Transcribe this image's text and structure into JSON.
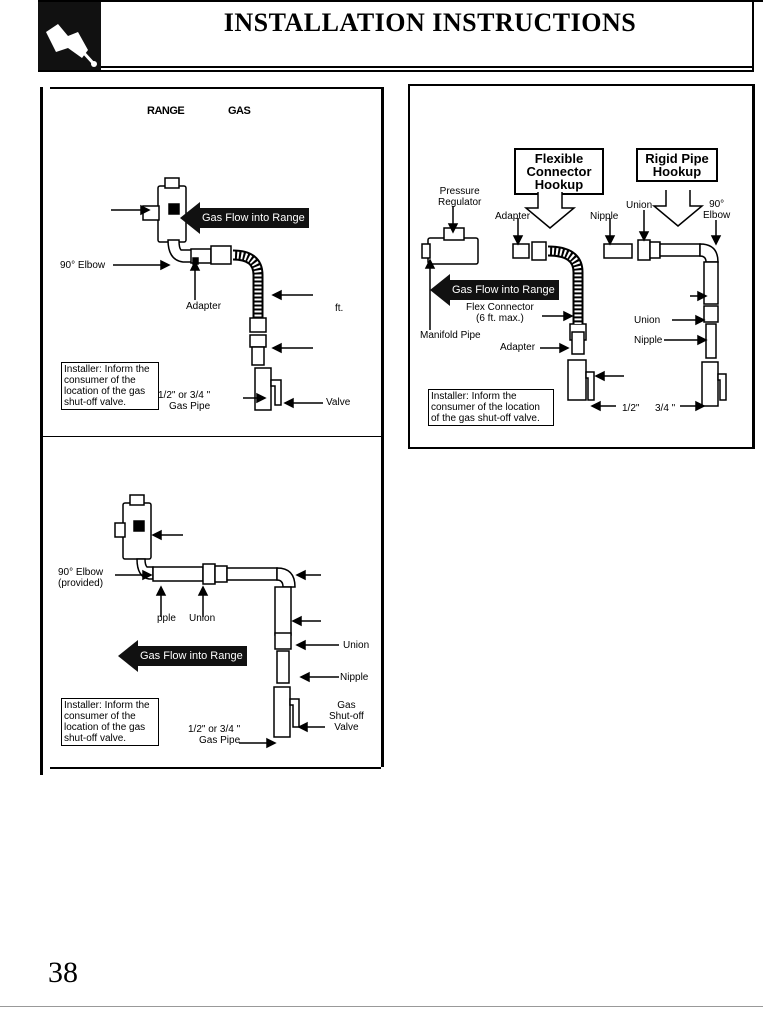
{
  "header": {
    "title": "INSTALLATION INSTRUCTIONS",
    "icon": "hand-with-wrench-icon"
  },
  "left_top": {
    "title_a": "RANGE",
    "title_b": "GAS",
    "flow_label": "Gas Flow into Range",
    "elbow_label": "90° Elbow",
    "adapter_label": "Adapter",
    "ft_label": "ft.",
    "installer_note": "Installer: Inform the\nconsumer of the\nlocation of the gas\nshut-off valve.",
    "gas_pipe_label": "1/2\" or 3/4 \"\nGas Pipe",
    "valve_label": "Valve"
  },
  "left_bottom": {
    "elbow_label": "90° Elbow\n(provided)",
    "nipple_label": "pple",
    "union_label": "Union",
    "flow_label": "Gas Flow into Range",
    "union_right_label": "Union",
    "nipple_right_label": "Nipple",
    "installer_note": "Installer: Inform the\nconsumer of the\nlocation of the gas\nshut-off valve.",
    "gas_pipe_label": "1/2\" or 3/4 \"\nGas Pipe",
    "shutoff_label": "Gas\nShut-off\nValve"
  },
  "right": {
    "flexible_box": "Flexible\nConnector\nHookup",
    "rigid_box": "Rigid Pipe\nHookup",
    "pressure_regulator": "Pressure\nRegulator",
    "adapter_top": "Adapter",
    "nipple_top": "Nipple",
    "union_top": "Union",
    "elbow_top": "90°\nElbow",
    "flow_label": "Gas Flow into Range",
    "flex_connector": "Flex Connector\n(6 ft. max.)",
    "manifold_pipe": "Manifold Pipe",
    "adapter_bottom": "Adapter",
    "union_right": "Union",
    "nipple_right": "Nipple",
    "installer_note": "Installer: Inform the\nconsumer of the location\nof the gas shut-off valve.",
    "half_label": "1/2\"",
    "three_quarter_label": "3/4 \""
  },
  "footer": {
    "page_number": "38"
  }
}
